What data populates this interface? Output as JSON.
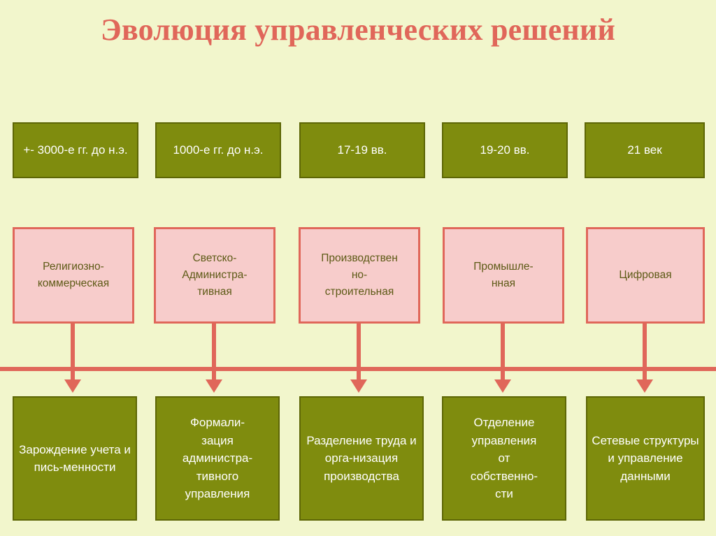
{
  "slide": {
    "title": "Эволюция управленческих решений",
    "background_color": "#f2f6cc",
    "title_color": "#e0675a",
    "olive_fill": "#7f8c0e",
    "olive_border": "#5d6605",
    "pink_fill": "#f7cccb",
    "coral_border": "#e0675a"
  },
  "eras": [
    {
      "label": "+- 3000-е гг. до н.э."
    },
    {
      "label": "1000-е гг. до н.э."
    },
    {
      "label": "17-19 вв."
    },
    {
      "label": "19-20 вв."
    },
    {
      "label": "21 век"
    }
  ],
  "stages": [
    {
      "label": "Религиозно-\nкоммерческая"
    },
    {
      "label": "Светско-\nАдминистра-\nтивная"
    },
    {
      "label": "Производствен\nно-\nстроительная"
    },
    {
      "label": "Промышле-\nнная"
    },
    {
      "label": "Цифровая"
    }
  ],
  "outcomes": [
    {
      "label": "Зарождение учета и пись-менности"
    },
    {
      "label": "Формали-\nзация\nадминистра-\nтивного\nуправления"
    },
    {
      "label": "Разделение труда и орга-низация производства"
    },
    {
      "label": "Отделение\nуправления\nот\nсобственно-\nсти"
    },
    {
      "label": "Сетевые структуры и управление данными"
    }
  ],
  "connectors": {
    "arrow_color": "#e0675a",
    "divider_label": "horizontal-divider-line"
  }
}
